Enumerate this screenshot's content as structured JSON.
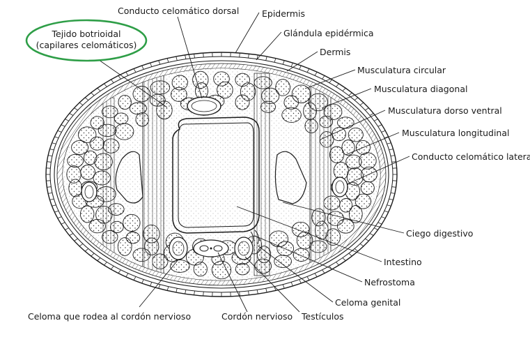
{
  "labels": {
    "conducto_celomatico_dorsal": "Conducto celomático dorsal",
    "epidermis": "Epidermis",
    "glandula_epidermica": "Glándula epidérmica",
    "dermis": "Dermis",
    "musculatura_circular": "Musculatura circular",
    "musculatura_diagonal": "Musculatura diagonal",
    "musculatura_dorso_ventral": "Musculatura dorso ventral",
    "musculatura_longitudinal": "Musculatura longitudinal",
    "conducto_celomatico_lateral": "Conducto celomático lateral",
    "ciego_digestivo": "Ciego digestivo",
    "intestino": "Intestino",
    "nefrostoma": "Nefrostoma",
    "celoma_genital": "Celoma genital",
    "testiculos": "Testículos",
    "cordon_nervioso": "Cordón nervioso",
    "celoma_cordon": "Celoma que rodea al cordón nervioso",
    "tejido_botrioidal_line1": "Tejido botrioidal",
    "tejido_botrioidal_line2": "(capilares celomáticos)"
  },
  "highlight_color": "#2e9e47"
}
